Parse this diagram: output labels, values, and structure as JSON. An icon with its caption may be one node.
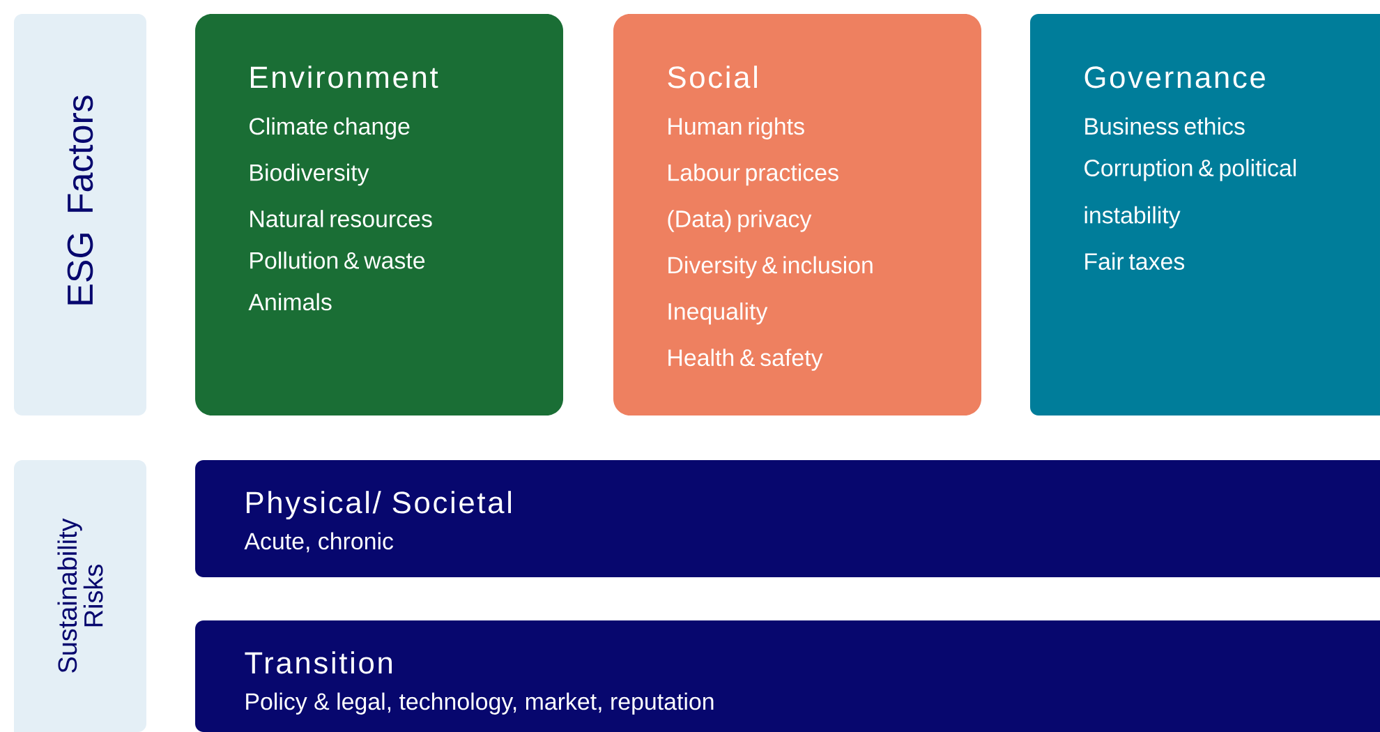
{
  "diagram": {
    "nodes": [
      {
        "text": [
          "ESG Factors"
        ]
      },
      {
        "text": [
          "Environment",
          "Climate change",
          "Biodiversity",
          "Natural resources",
          "Pollution & waste",
          "Animals"
        ]
      },
      {
        "text": [
          "Social",
          "Human rights",
          "Labour practices",
          "(Data) privacy",
          "Diversity & inclusion",
          "Inequality",
          "Health & safety"
        ]
      },
      {
        "text": [
          "Governance",
          "Business ethics",
          "Corruption & political instability",
          "Fair taxes"
        ]
      },
      {
        "text": [
          "Sustainability Risks"
        ]
      },
      {
        "text": [
          "Physical/ Societal",
          "Acute, chronic"
        ]
      },
      {
        "text": [
          "Transition",
          "Policy & legal, technology, market, reputation"
        ]
      }
    ]
  }
}
